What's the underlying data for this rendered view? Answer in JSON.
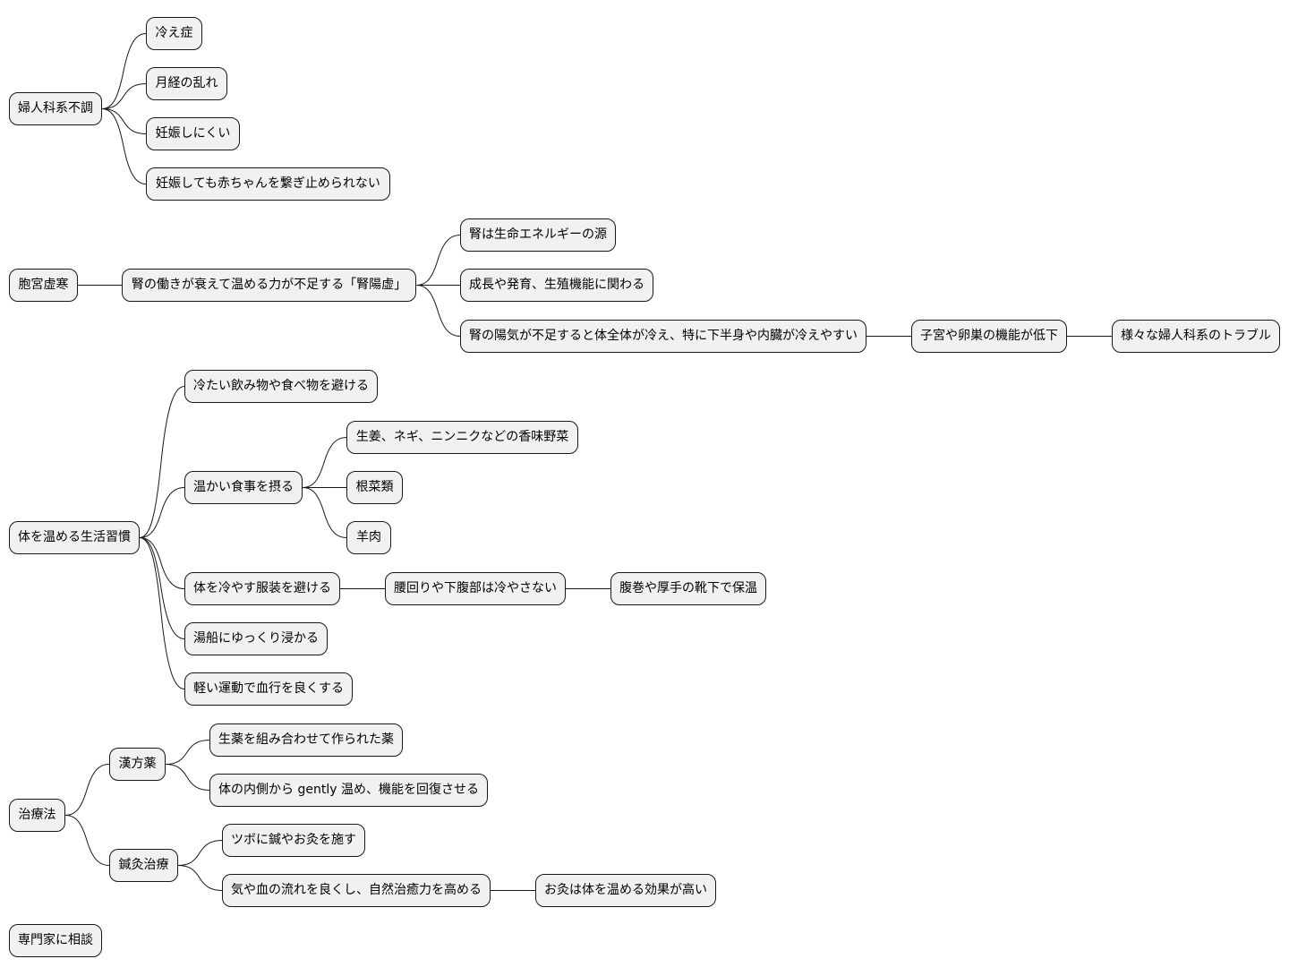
{
  "mindmap": {
    "roots": [
      {
        "label": "婦人科系不調",
        "children": [
          {
            "label": "冷え症"
          },
          {
            "label": "月経の乱れ"
          },
          {
            "label": "妊娠しにくい"
          },
          {
            "label": "妊娠しても赤ちゃんを繋ぎ止められない"
          }
        ]
      },
      {
        "label": "胞宮虚寒",
        "children": [
          {
            "label": "腎の働きが衰えて温める力が不足する「腎陽虚」",
            "children": [
              {
                "label": "腎は生命エネルギーの源"
              },
              {
                "label": "成長や発育、生殖機能に関わる"
              },
              {
                "label": "腎の陽気が不足すると体全体が冷え、特に下半身や内臓が冷えやすい",
                "children": [
                  {
                    "label": "子宮や卵巣の機能が低下",
                    "children": [
                      {
                        "label": "様々な婦人科系のトラブル"
                      }
                    ]
                  }
                ]
              }
            ]
          }
        ]
      },
      {
        "label": "体を温める生活習慣",
        "children": [
          {
            "label": "冷たい飲み物や食べ物を避ける"
          },
          {
            "label": "温かい食事を摂る",
            "children": [
              {
                "label": "生姜、ネギ、ニンニクなどの香味野菜"
              },
              {
                "label": "根菜類"
              },
              {
                "label": "羊肉"
              }
            ]
          },
          {
            "label": "体を冷やす服装を避ける",
            "children": [
              {
                "label": "腰回りや下腹部は冷やさない",
                "children": [
                  {
                    "label": "腹巻や厚手の靴下で保温"
                  }
                ]
              }
            ]
          },
          {
            "label": "湯船にゆっくり浸かる"
          },
          {
            "label": "軽い運動で血行を良くする"
          }
        ]
      },
      {
        "label": "治療法",
        "children": [
          {
            "label": "漢方薬",
            "children": [
              {
                "label": "生薬を組み合わせて作られた薬"
              },
              {
                "label": "体の内側から gently 温め、機能を回復させる"
              }
            ]
          },
          {
            "label": "鍼灸治療",
            "children": [
              {
                "label": "ツボに鍼やお灸を施す"
              },
              {
                "label": "気や血の流れを良くし、自然治癒力を高める",
                "children": [
                  {
                    "label": "お灸は体を温める効果が高い"
                  }
                ]
              }
            ]
          }
        ]
      },
      {
        "label": "専門家に相談"
      }
    ]
  }
}
